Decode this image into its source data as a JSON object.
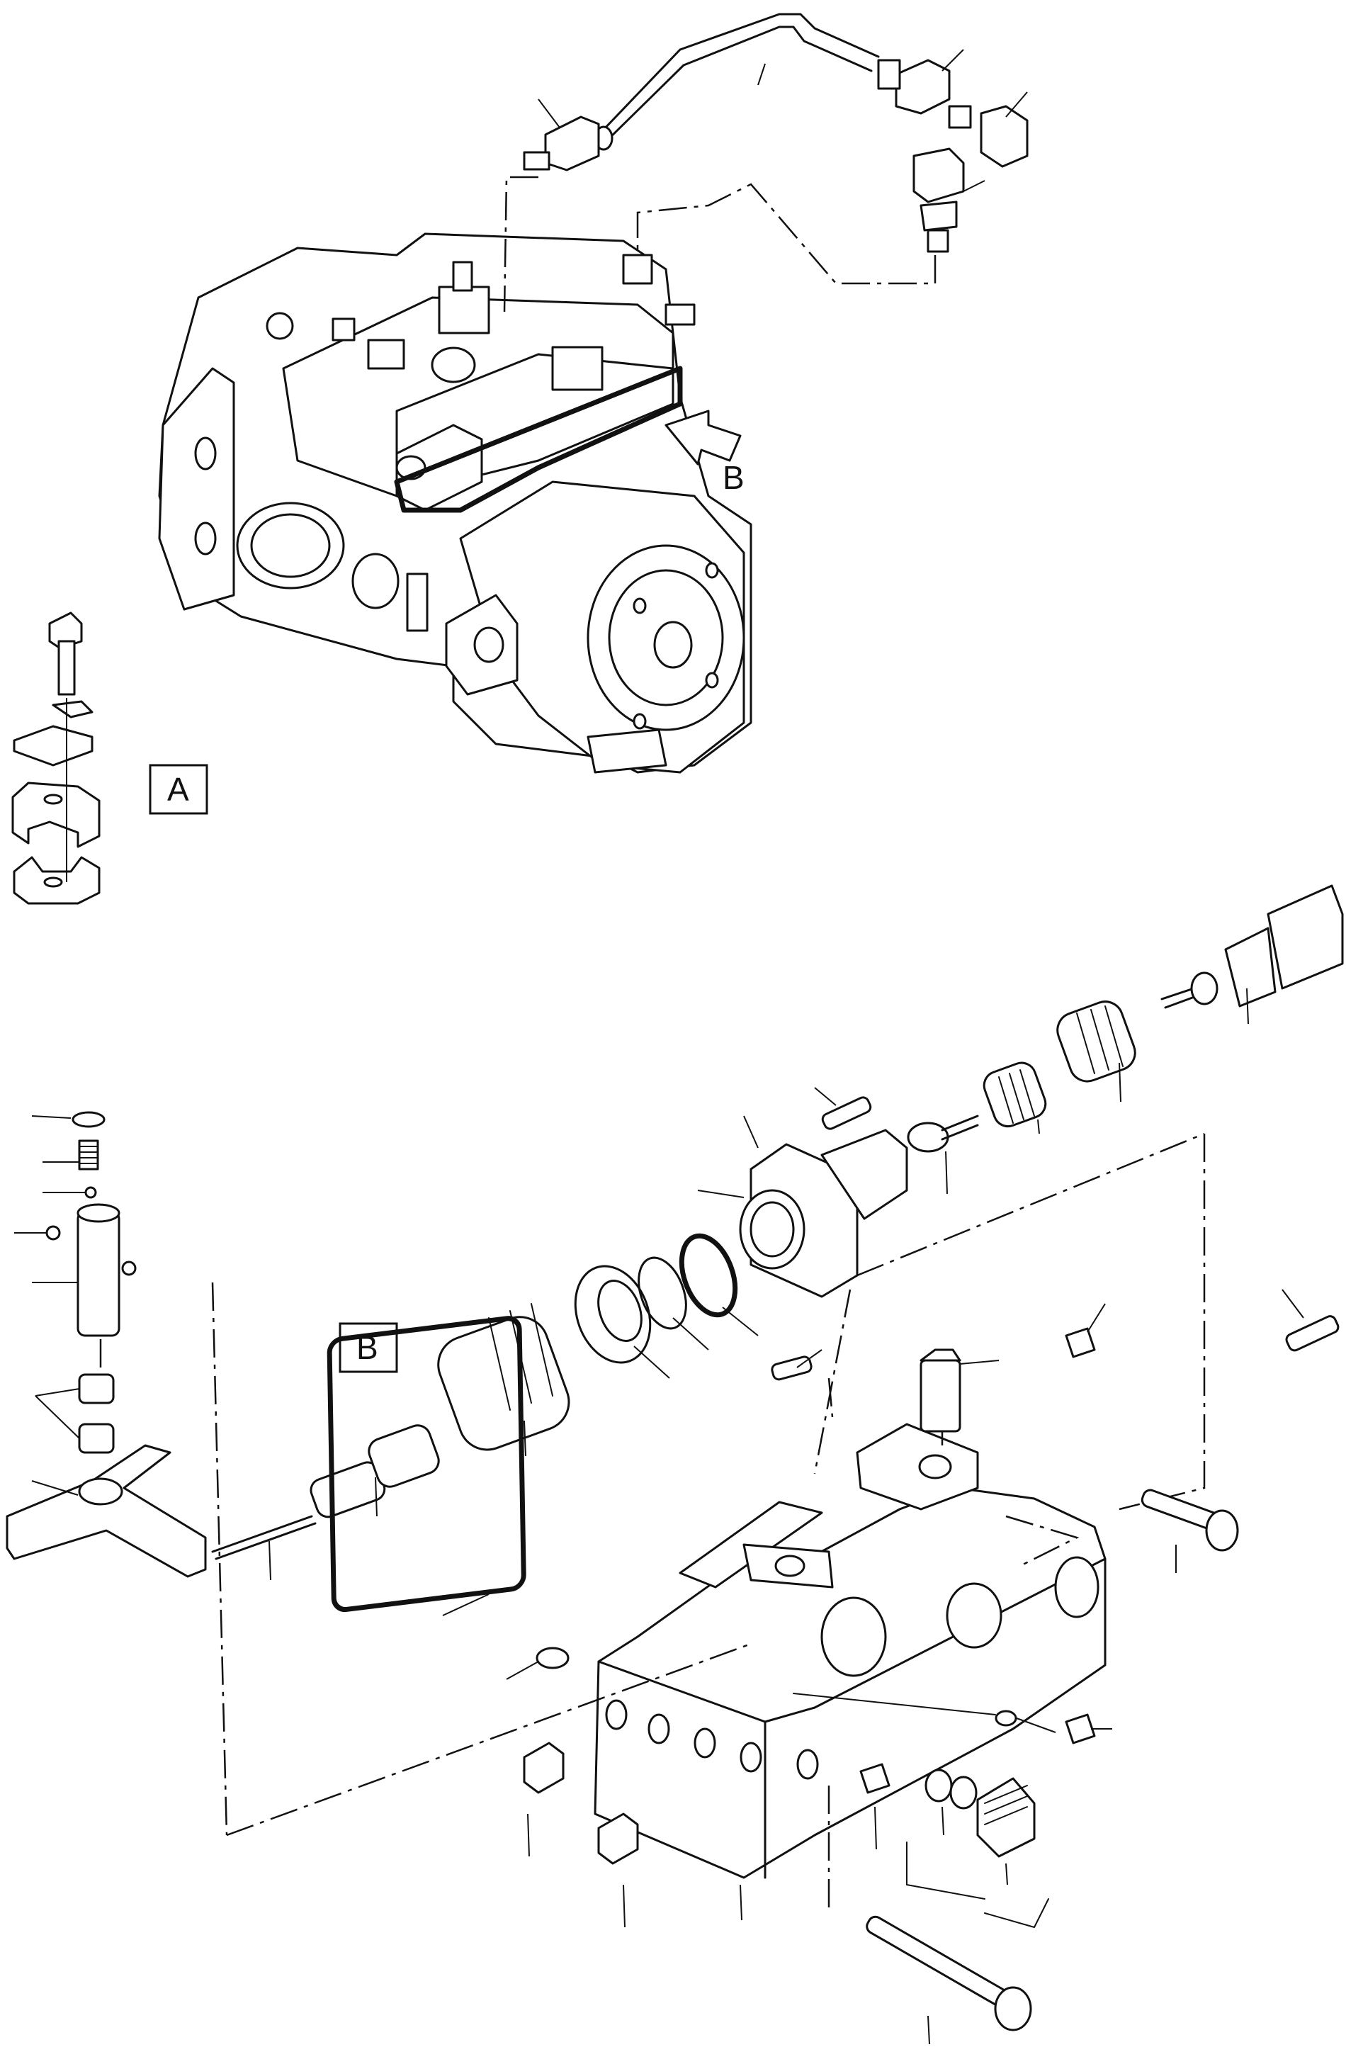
{
  "diagram": {
    "view_labels": {
      "detail_a": "A",
      "detail_b": "B",
      "view_arrow": "B"
    },
    "colors": {
      "ink": "#111111",
      "paper": "#ffffff"
    }
  }
}
